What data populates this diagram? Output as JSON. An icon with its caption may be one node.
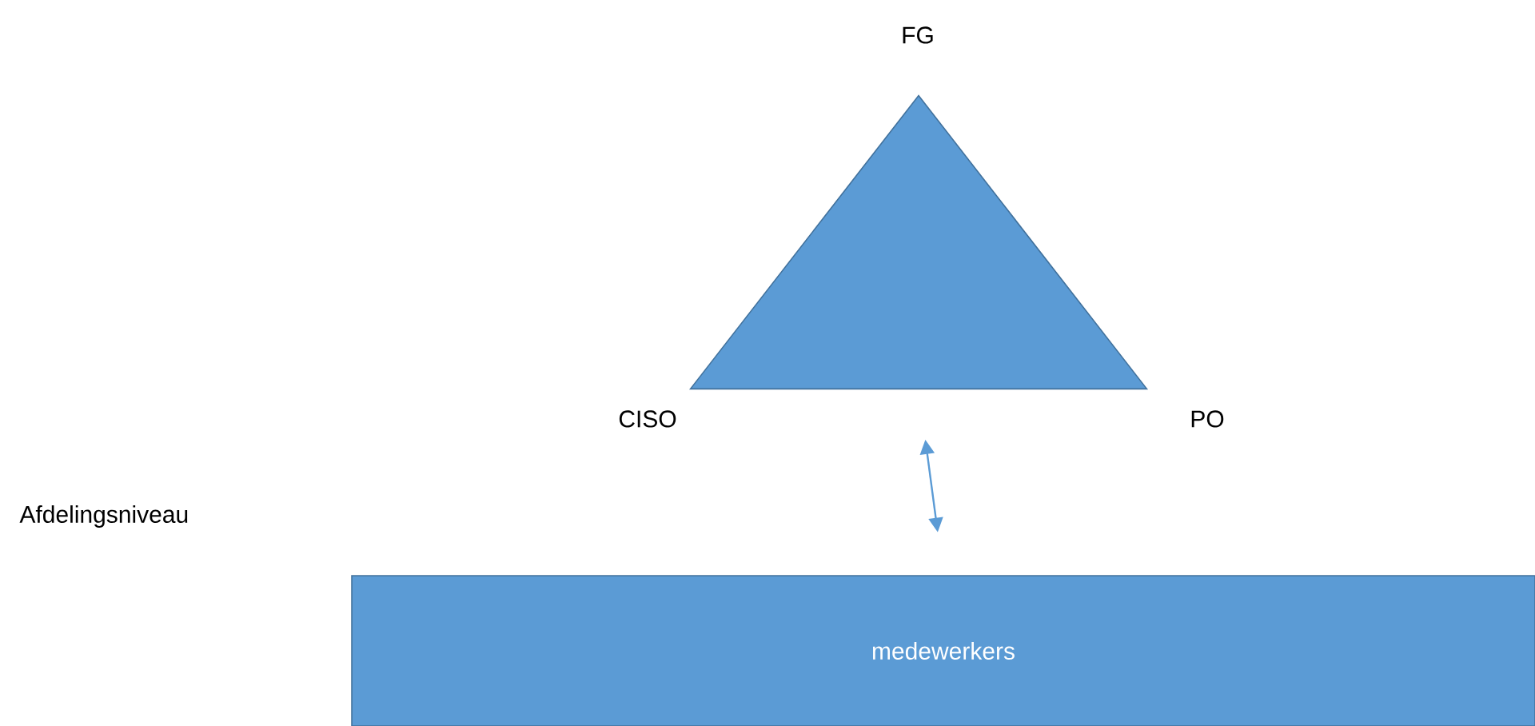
{
  "diagram": {
    "nodes": [
      {
        "text": [],
        "shape": "triangle",
        "beside": [
          "FG",
          "CISO",
          "PO"
        ]
      },
      {
        "text": [
          "medewerkers"
        ]
      }
    ],
    "edges": [
      {
        "from": 0,
        "to": 1,
        "arrow": "both"
      }
    ],
    "labels": [
      "Afdelingsniveau"
    ]
  }
}
